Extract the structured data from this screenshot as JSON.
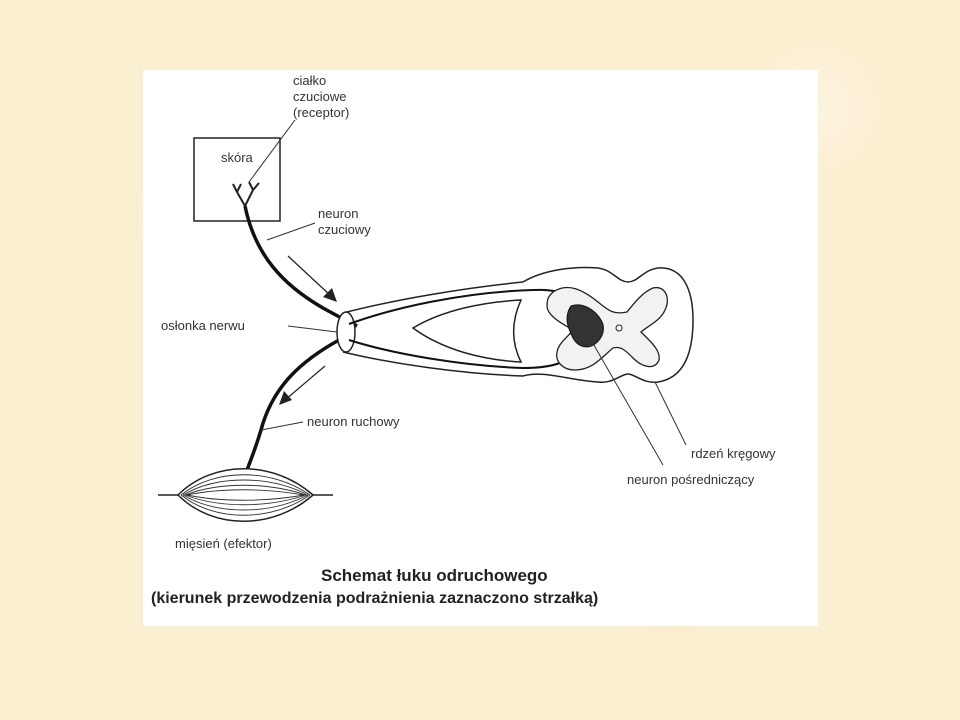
{
  "labels": {
    "receptor_line1": "ciałko",
    "receptor_line2": "czuciowe",
    "receptor_line3": "(receptor)",
    "skin": "skóra",
    "sensory_line1": "neuron",
    "sensory_line2": "czuciowy",
    "sheath": "osłonka nerwu",
    "motor": "neuron ruchowy",
    "spinal_cord": "rdzeń kręgowy",
    "interneuron": "neuron pośredniczący",
    "muscle": "mięsień (efektor)"
  },
  "caption": {
    "title": "Schemat łuku odruchowego",
    "subtitle": "(kierunek przewodzenia podrażnienia zaznaczono strzałką)"
  }
}
